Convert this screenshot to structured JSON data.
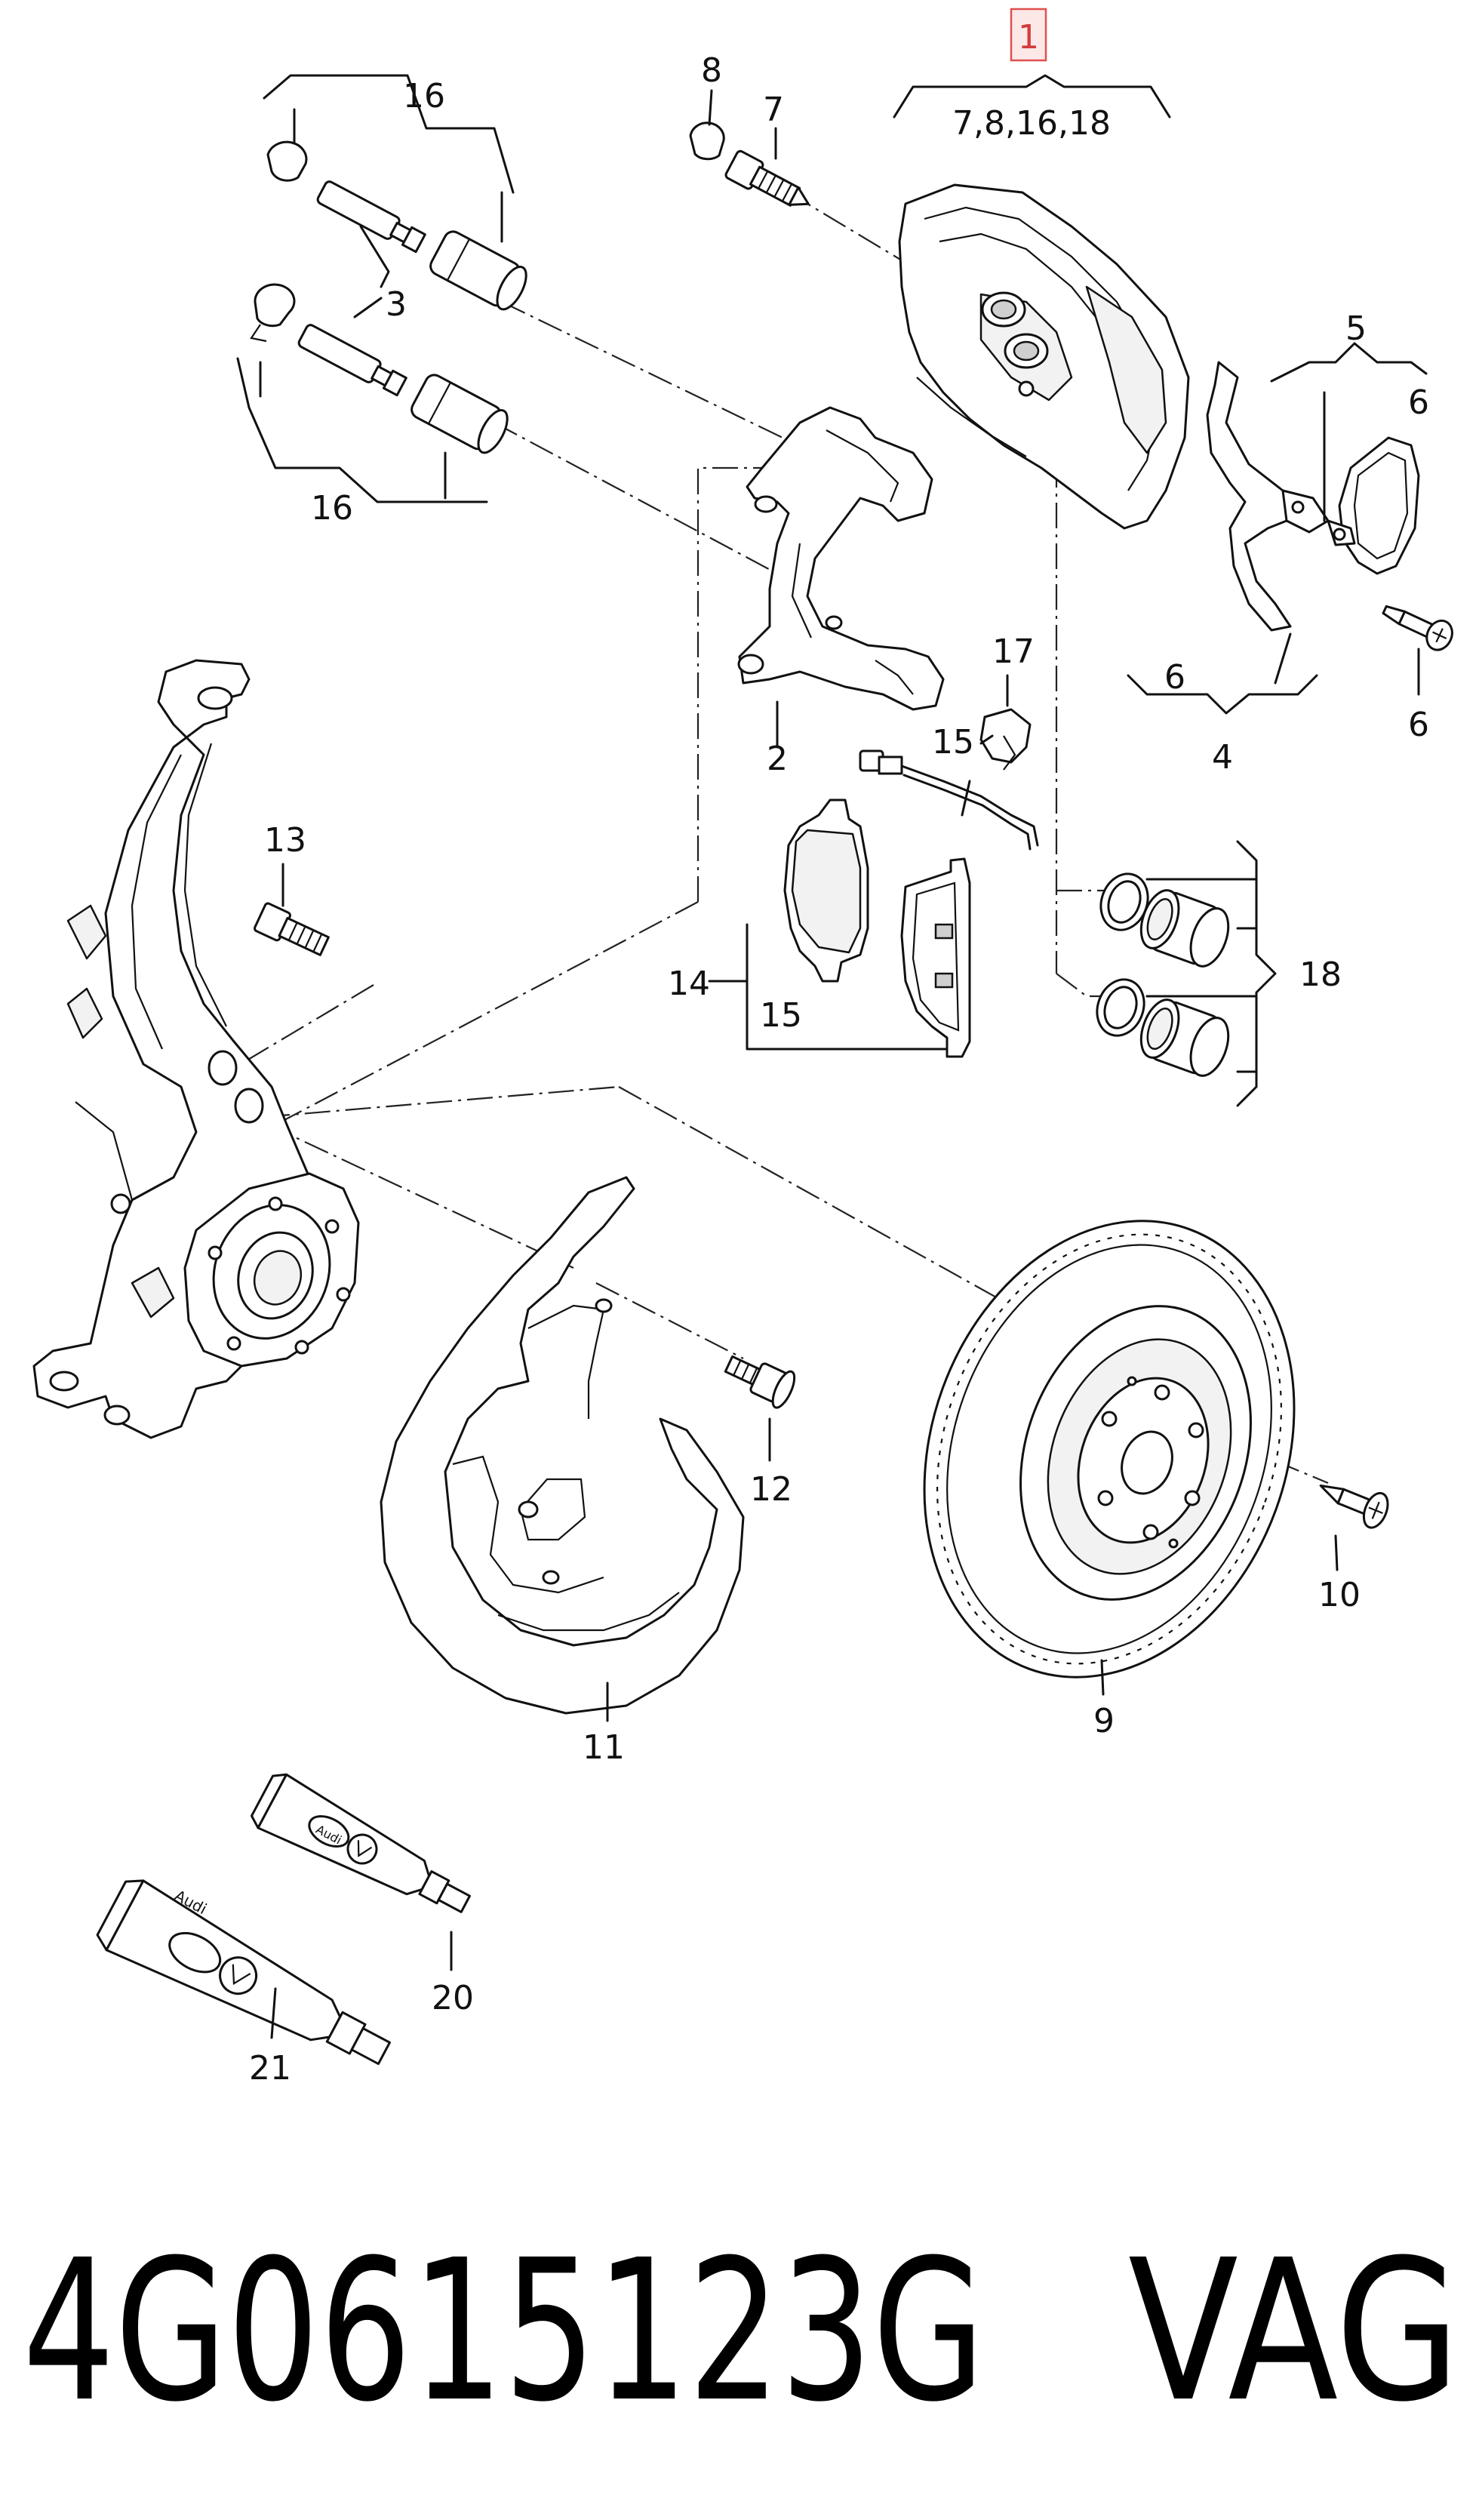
{
  "diagram": {
    "callouts": {
      "c1": "1",
      "c1_group": "7,8,16,18",
      "c2": "2",
      "c3": "3",
      "c4": "4",
      "c5": "5",
      "c6a": "6",
      "c6b": "6",
      "c6c": "6",
      "c7": "7",
      "c8": "8",
      "c9": "9",
      "c10": "10",
      "c11": "11",
      "c12": "12",
      "c13": "13",
      "c14": "14",
      "c15a": "15",
      "c15b": "15",
      "c16a": "16",
      "c16b": "16",
      "c17": "17",
      "c18": "18",
      "c20": "20",
      "c21": "21"
    },
    "highlighted_callout": "1",
    "highlight_color": "#e05050",
    "tube_logo_1": "Audi",
    "tube_logo_2": "VW"
  },
  "footer": {
    "part_number": "4G0615123G",
    "brand": "VAG"
  }
}
